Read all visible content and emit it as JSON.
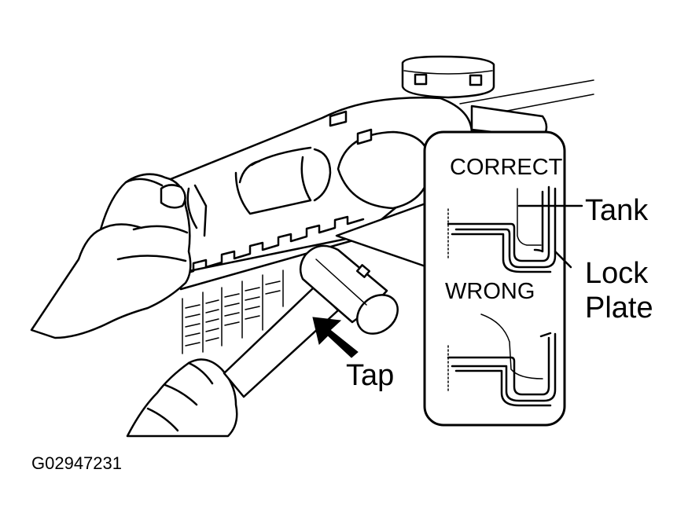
{
  "labels": {
    "correct": "CORRECT",
    "wrong": "WRONG",
    "tank": "Tank",
    "lock": "Lock",
    "plate": "Plate",
    "tap": "Tap",
    "figure_id": "G02947231"
  },
  "colors": {
    "ink": "#000000",
    "paper": "#ffffff"
  }
}
